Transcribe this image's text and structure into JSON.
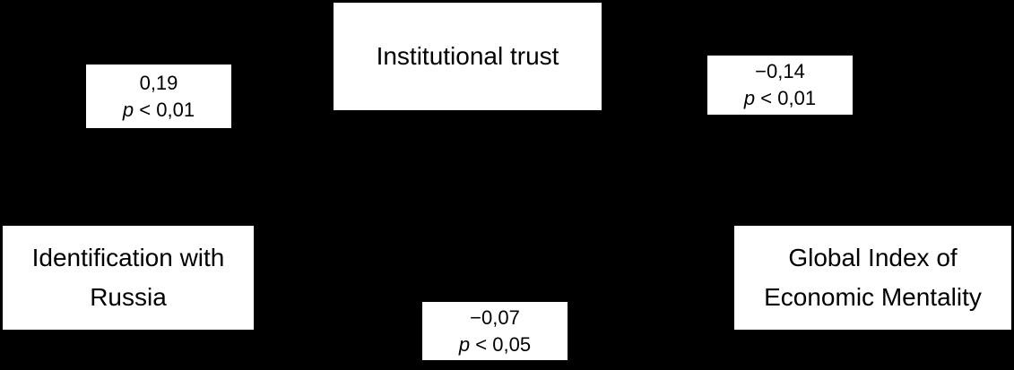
{
  "colors": {
    "background": "#000000",
    "node_background": "#ffffff",
    "text": "#000000"
  },
  "nodes": {
    "mediator": {
      "label": "Institutional trust"
    },
    "predictor": {
      "line1": "Identification with",
      "line2": "Russia"
    },
    "outcome": {
      "line1": "Global Index of",
      "line2": "Economic Mentality"
    }
  },
  "coefficients": {
    "predictor_to_mediator": {
      "value": "0,19",
      "p_symbol": "p",
      "p_comparison": " < 0,01"
    },
    "mediator_to_outcome": {
      "value": "−0,14",
      "p_symbol": "p",
      "p_comparison": " < 0,01"
    },
    "predictor_to_outcome": {
      "value": "−0,07",
      "p_symbol": "p",
      "p_comparison": " < 0,05"
    }
  }
}
